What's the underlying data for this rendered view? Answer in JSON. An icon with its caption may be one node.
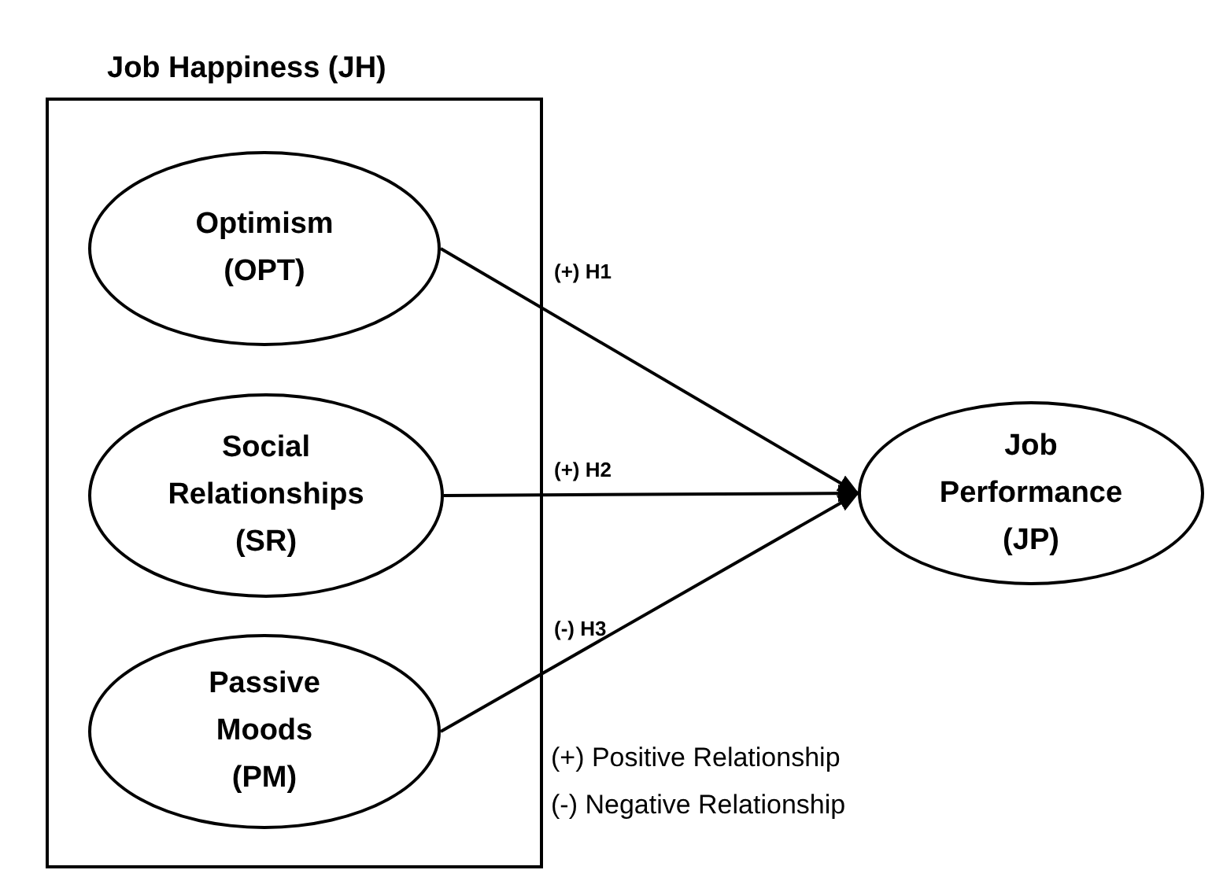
{
  "diagram": {
    "nodes": [
      {
        "text": [
          "Job Happiness (JH)"
        ]
      },
      {
        "text": [
          "Optimism (OPT)"
        ],
        "in": 0
      },
      {
        "text": [
          "Social Relationships (SR)"
        ],
        "in": 0
      },
      {
        "text": [
          "Passive Moods (PM)"
        ],
        "in": 0
      },
      {
        "text": [
          "Job Performance (JP)"
        ]
      }
    ],
    "edges": [
      {
        "from": 1,
        "to": 4,
        "arrow": "to",
        "label": "(+) H1"
      },
      {
        "from": 2,
        "to": 4,
        "arrow": "to",
        "label": "(+) H2"
      },
      {
        "from": 3,
        "to": 4,
        "arrow": "to",
        "label": "(-) H3"
      }
    ],
    "labels": [
      "(+) Positive Relationship",
      "(-) Negative Relationship"
    ]
  }
}
